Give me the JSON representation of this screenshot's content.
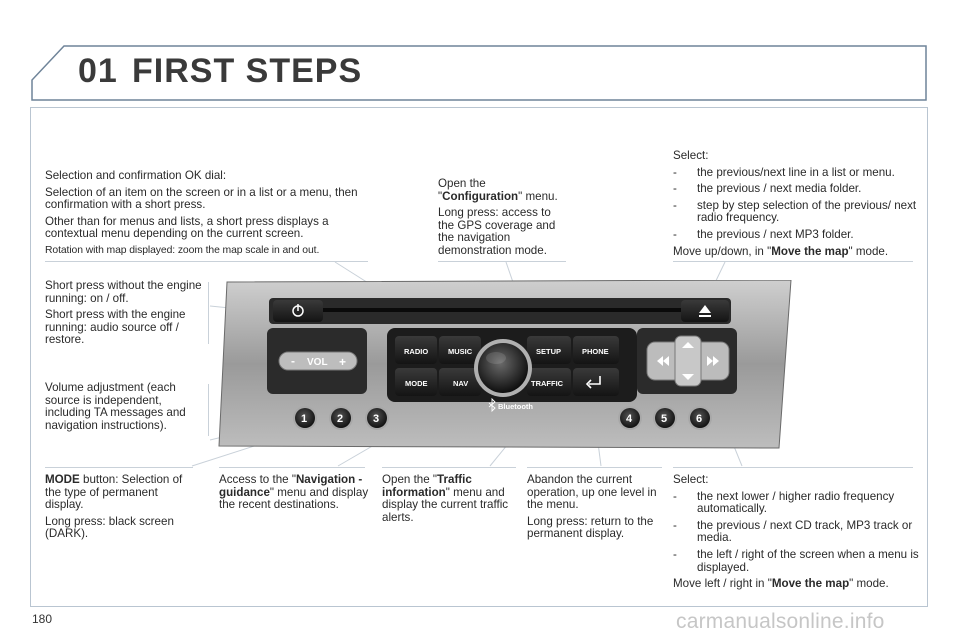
{
  "header": {
    "chapter_number": "01",
    "chapter_title": "FIRST STEPS"
  },
  "page_number": "180",
  "watermark": "carmanualsonline.info",
  "callouts": {
    "ok_dial": {
      "line1": "Selection and confirmation OK dial:",
      "line2": "Selection of an item on the screen or in a list or a menu, then confirmation with a short press.",
      "line3": "Other than for menus and lists, a short press displays a contextual menu depending on the current screen.",
      "line4": "Rotation with map displayed: zoom the map scale in and out."
    },
    "setup": {
      "pre": "Open the \"",
      "bold": "Configuration",
      "post": "\" menu.",
      "line2": "Long press: access to the GPS coverage and the navigation demonstration mode."
    },
    "up_down": {
      "intro": "Select:",
      "items": [
        "the previous/next line in a list or menu.",
        "the previous / next media folder.",
        "step by step selection of the previous/ next radio frequency.",
        "the previous / next MP3 folder."
      ],
      "footer_pre": "Move up/down, in \"",
      "footer_bold": "Move the map",
      "footer_post": "\" mode."
    },
    "power": {
      "line1": "Short press without the engine running: on / off.",
      "line2": "Short press with the engine running: audio source off / restore."
    },
    "volume": {
      "line1": "Volume adjustment (each source is independent, including TA messages and navigation instructions)."
    },
    "mode": {
      "bold": "MODE",
      "rest": " button: Selection of the type of permanent display.",
      "line2": "Long press: black screen (DARK)."
    },
    "nav": {
      "pre": "Access to the \"",
      "bold": "Navigation - guidance",
      "post": "\" menu and display the recent destinations."
    },
    "traffic": {
      "pre": "Open the \"",
      "bold": "Traffic information",
      "post": "\" menu and display the current traffic alerts."
    },
    "back": {
      "line1": "Abandon the current operation, up one level in the menu.",
      "line2": "Long press: return to the permanent display."
    },
    "left_right": {
      "intro": "Select:",
      "items": [
        "the next lower / higher radio frequency automatically.",
        "the previous / next CD track, MP3 track or media.",
        "the left / right of the screen when a menu is displayed."
      ],
      "footer_pre": "Move left / right in \"",
      "footer_bold": "Move the map",
      "footer_post": "\" mode."
    }
  },
  "list_dash": "-",
  "radio_unit": {
    "buttons": {
      "radio": "RADIO",
      "music": "MUSIC",
      "setup": "SETUP",
      "phone": "PHONE",
      "mode": "MODE",
      "nav": "NAV",
      "traffic": "TRAFFIC",
      "bluetooth": "Bluetooth",
      "vol": "VOL",
      "vol_minus": "-",
      "vol_plus": "+"
    },
    "presets": [
      "1",
      "2",
      "3",
      "4",
      "5",
      "6"
    ],
    "icons": [
      "power-icon",
      "eject-icon",
      "back-arrow-icon",
      "rewind-icon",
      "fast-forward-icon",
      "arrow-up-icon",
      "arrow-down-icon",
      "bluetooth-icon"
    ]
  }
}
